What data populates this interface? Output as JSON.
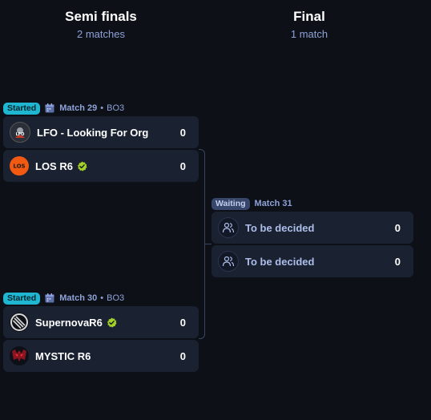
{
  "rounds": [
    {
      "title": "Semi finals",
      "subtitle": "2 matches"
    },
    {
      "title": "Final",
      "subtitle": "1 match"
    }
  ],
  "matches": [
    {
      "status": "Started",
      "label": "Match 29",
      "format": "BO3",
      "teams": [
        {
          "name": "LFO - Looking For Org",
          "score": "0",
          "verified": false,
          "logo": "lfo-logo"
        },
        {
          "name": "LOS R6",
          "score": "0",
          "verified": true,
          "logo": "los-logo"
        }
      ]
    },
    {
      "status": "Started",
      "label": "Match 30",
      "format": "BO3",
      "teams": [
        {
          "name": "SupernovaR6",
          "score": "0",
          "verified": true,
          "logo": "supernova-logo"
        },
        {
          "name": "MYSTIC R6",
          "score": "0",
          "verified": false,
          "logo": "mystic-logo"
        }
      ]
    },
    {
      "status": "Waiting",
      "label": "Match 31",
      "teams": [
        {
          "name": "To be decided",
          "score": "0",
          "logo": "users-icon"
        },
        {
          "name": "To be decided",
          "score": "0",
          "logo": "users-icon"
        }
      ]
    }
  ],
  "meta_separator": "•",
  "colors": {
    "background": "#0d1017",
    "card": "#1a2130",
    "started_badge": "#1fb6d1",
    "waiting_badge": "#37466a",
    "verified": "#a3d12a",
    "muted_text": "#8ea2d8"
  }
}
